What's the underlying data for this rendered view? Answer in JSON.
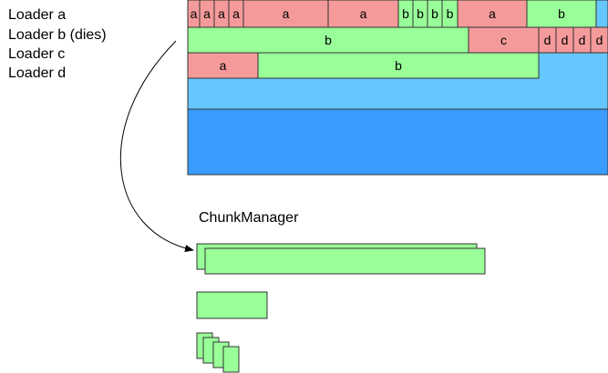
{
  "loaders": {
    "labels": [
      "Loader a",
      "Loader b (dies)",
      "Loader c",
      "Loader d"
    ]
  },
  "memory_grid": {
    "colors": {
      "a": "#f59a9a",
      "b": "#99ff99",
      "c": "#f59a9a",
      "d": "#f59a9a",
      "free_light": "#66c7ff",
      "free_dark": "#3b9cff",
      "border": "#333333"
    },
    "rows": [
      {
        "cells": [
          {
            "owner": "a",
            "label": "a"
          },
          {
            "owner": "a",
            "label": "a"
          },
          {
            "owner": "a",
            "label": "a"
          },
          {
            "owner": "a",
            "label": "a"
          },
          {
            "owner": "a",
            "label": "a"
          },
          {
            "owner": "a",
            "label": "a"
          },
          {
            "owner": "b",
            "label": "b"
          },
          {
            "owner": "b",
            "label": "b"
          },
          {
            "owner": "b",
            "label": "b"
          },
          {
            "owner": "b",
            "label": "b"
          },
          {
            "owner": "a",
            "label": "a"
          },
          {
            "owner": "b",
            "label": "b"
          }
        ]
      },
      {
        "cells": [
          {
            "owner": "b",
            "label": "b"
          },
          {
            "owner": "c",
            "label": "c"
          },
          {
            "owner": "d",
            "label": "d"
          },
          {
            "owner": "d",
            "label": "d"
          },
          {
            "owner": "d",
            "label": "d"
          },
          {
            "owner": "d",
            "label": "d"
          }
        ]
      },
      {
        "cells": [
          {
            "owner": "a",
            "label": "a"
          },
          {
            "owner": "b",
            "label": "b"
          }
        ]
      }
    ]
  },
  "chunk_manager": {
    "title": "ChunkManager",
    "chunk_color": "#99ff99"
  }
}
